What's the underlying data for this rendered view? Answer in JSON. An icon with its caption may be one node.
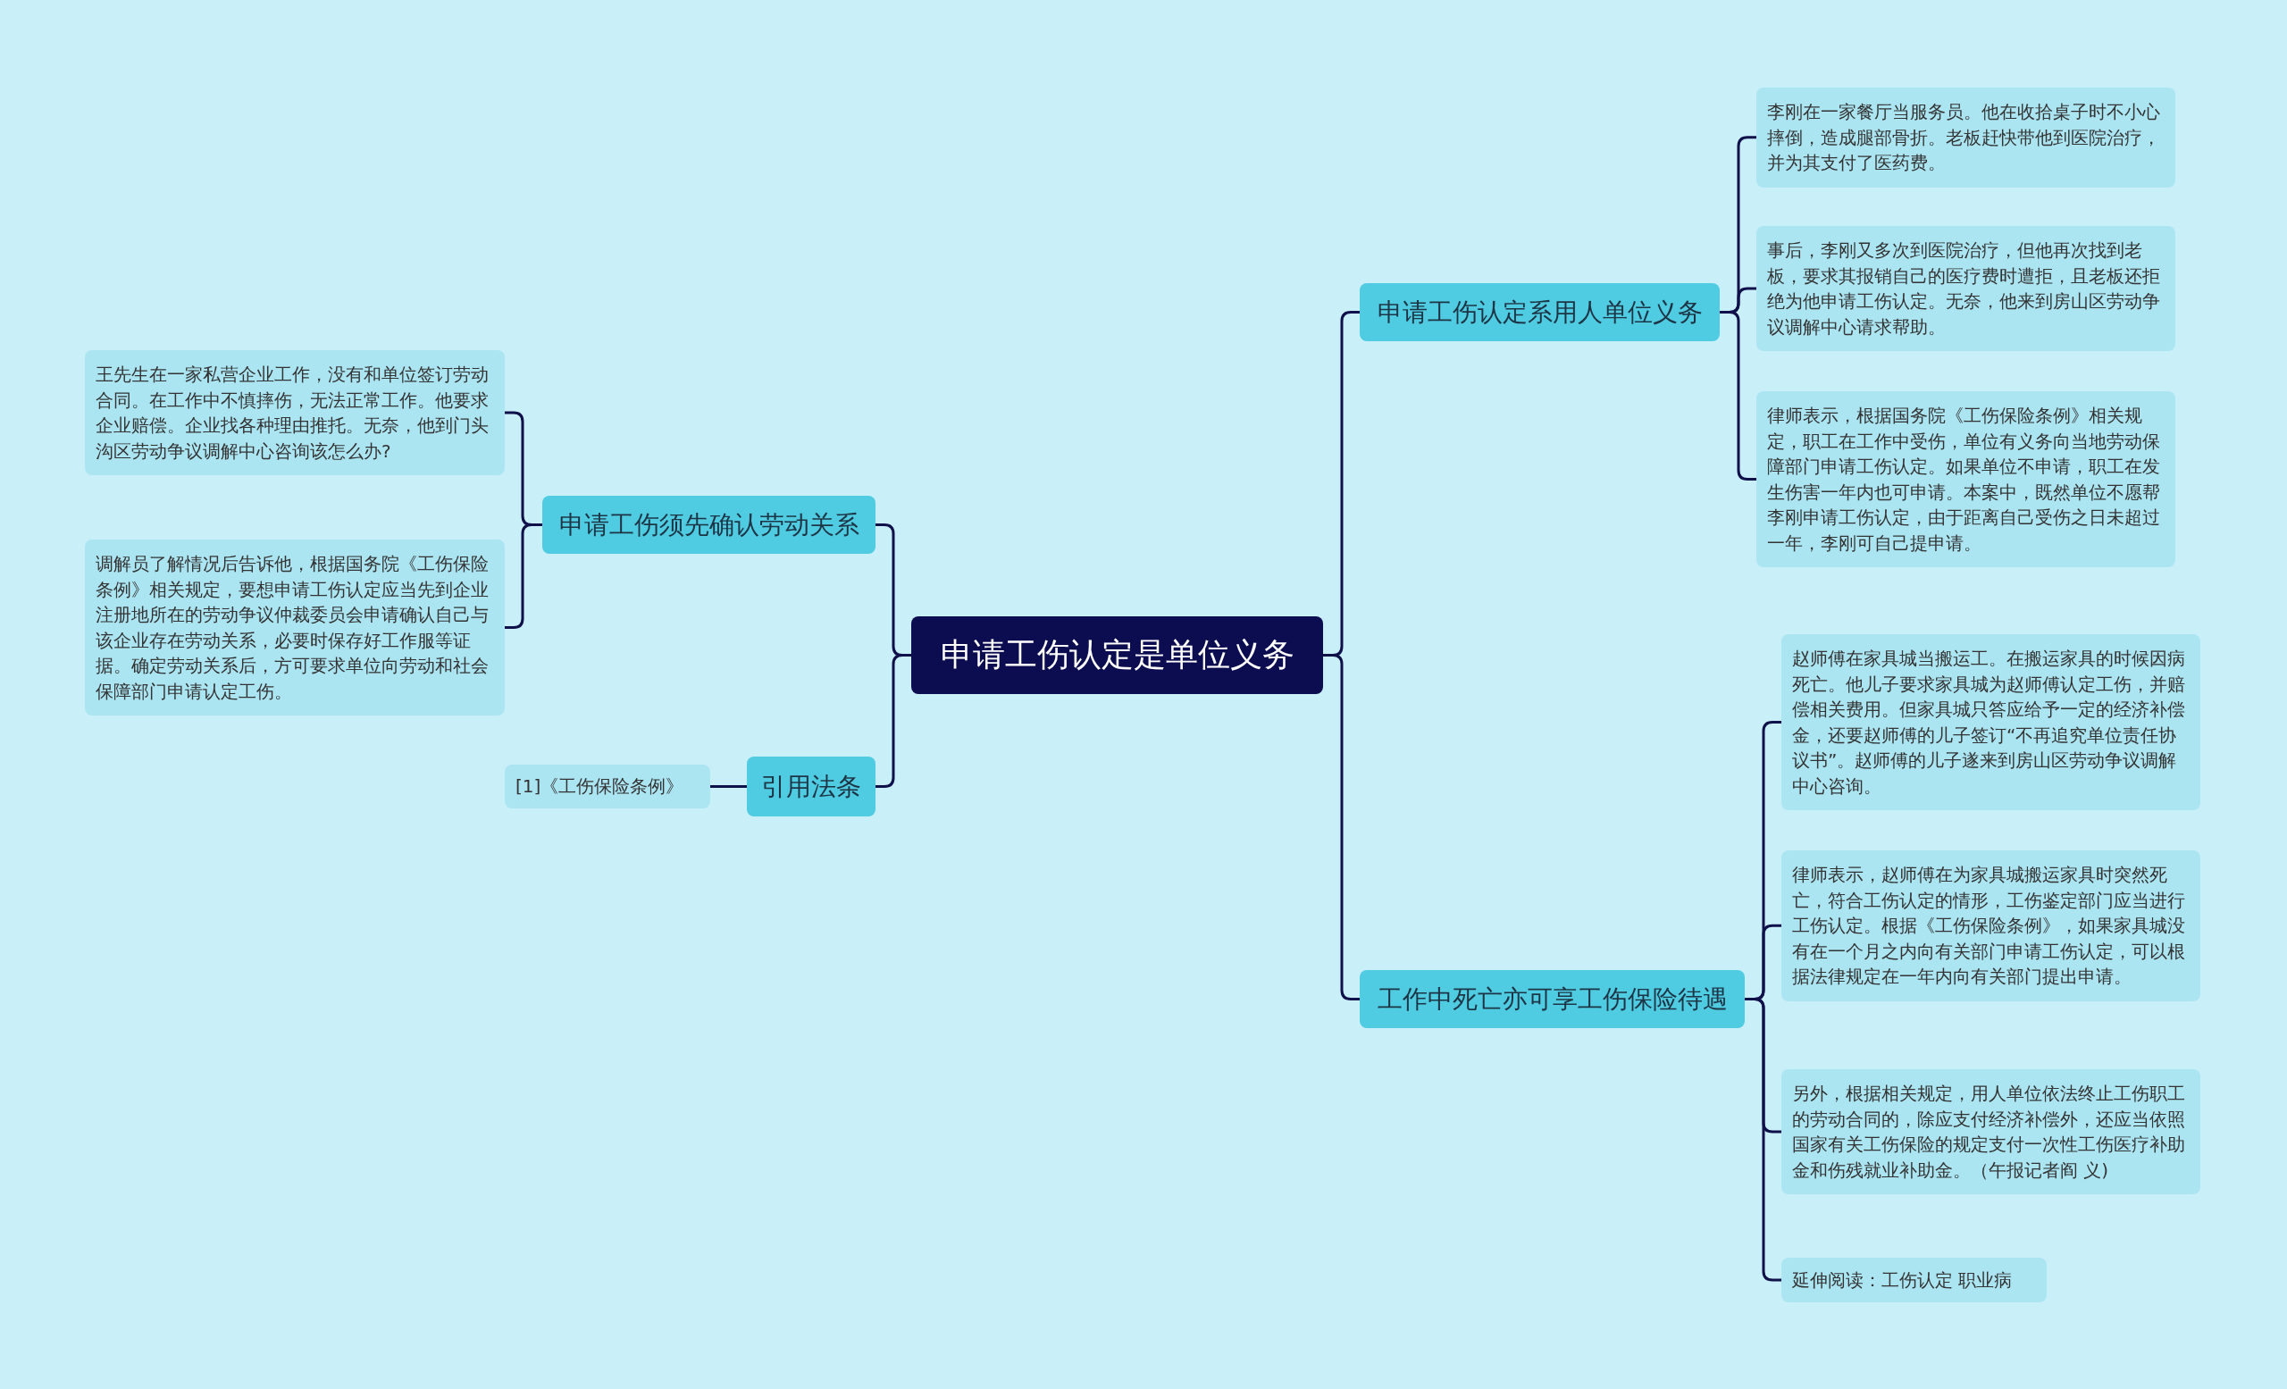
{
  "diagram": {
    "nodes": [
      {
        "text": [
          "申请工伤认定是单位义务"
        ]
      },
      {
        "text": [
          "申请工伤须先确认劳动关系"
        ]
      },
      {
        "text": [
          "王先生在一家私营企业工作，没有和单位签订劳动合同。在工作中不慎摔伤，无法正常工作。他要求企业赔偿。企业找各种理由推托。无奈，他到门头沟区劳动争议调解中心咨询该怎么办?"
        ]
      },
      {
        "text": [
          "调解员了解情况后告诉他，根据国务院《工伤保险条例》相关规定，要想申请工伤认定应当先到企业注册地所在的劳动争议仲裁委员会申请确认自己与该企业存在劳动关系，必要时保存好工作服等证据。确定劳动关系后，方可要求单位向劳动和社会保障部门申请认定工伤。"
        ]
      },
      {
        "text": [
          "引用法条"
        ]
      },
      {
        "text": [
          "[1]《工伤保险条例》"
        ]
      },
      {
        "text": [
          "申请工伤认定系用人单位义务"
        ]
      },
      {
        "text": [
          "李刚在一家餐厅当服务员。他在收拾桌子时不小心摔倒，造成腿部骨折。老板赶快带他到医院治疗，并为其支付了医药费。"
        ]
      },
      {
        "text": [
          "事后，李刚又多次到医院治疗，但他再次找到老板，要求其报销自己的医疗费时遭拒，且老板还拒绝为他申请工伤认定。无奈，他来到房山区劳动争议调解中心请求帮助。"
        ]
      },
      {
        "text": [
          "律师表示，根据国务院《工伤保险条例》相关规定，职工在工作中受伤，单位有义务向当地劳动保障部门申请工伤认定。如果单位不申请，职工在发生伤害一年内也可申请。本案中，既然单位不愿帮李刚申请工伤认定，由于距离自己受伤之日未超过一年，李刚可自己提申请。"
        ]
      },
      {
        "text": [
          "工作中死亡亦可享工伤保险待遇"
        ]
      },
      {
        "text": [
          "赵师傅在家具城当搬运工。在搬运家具的时候因病死亡。他儿子要求家具城为赵师傅认定工伤，并赔偿相关费用。但家具城只答应给予一定的经济补偿金，还要赵师傅的儿子签订“不再追究单位责任协议书”。赵师傅的儿子遂来到房山区劳动争议调解中心咨询。"
        ]
      },
      {
        "text": [
          "律师表示，赵师傅在为家具城搬运家具时突然死亡，符合工伤认定的情形，工伤鉴定部门应当进行工伤认定。根据《工伤保险条例》，如果家具城没有在一个月之内向有关部门申请工伤认定，可以根据法律规定在一年内向有关部门提出申请。"
        ]
      },
      {
        "text": [
          "另外，根据相关规定，用人单位依法终止工伤职工的劳动合同的，除应支付经济补偿外，还应当依照国家有关工伤保险的规定支付一次性工伤医疗补助金和伤残就业补助金。（午报记者阎 义)"
        ]
      },
      {
        "text": [
          "延伸阅读：工伤认定 职业病"
        ]
      }
    ],
    "edges": [
      {
        "from": 0,
        "to": 1,
        "arrow": "none"
      },
      {
        "from": 1,
        "to": 2,
        "arrow": "none"
      },
      {
        "from": 1,
        "to": 3,
        "arrow": "none"
      },
      {
        "from": 0,
        "to": 4,
        "arrow": "none"
      },
      {
        "from": 4,
        "to": 5,
        "arrow": "none"
      },
      {
        "from": 0,
        "to": 6,
        "arrow": "none"
      },
      {
        "from": 6,
        "to": 7,
        "arrow": "none"
      },
      {
        "from": 6,
        "to": 8,
        "arrow": "none"
      },
      {
        "from": 6,
        "to": 9,
        "arrow": "none"
      },
      {
        "from": 0,
        "to": 10,
        "arrow": "none"
      },
      {
        "from": 10,
        "to": 11,
        "arrow": "none"
      },
      {
        "from": 10,
        "to": 12,
        "arrow": "none"
      },
      {
        "from": 10,
        "to": 13,
        "arrow": "none"
      },
      {
        "from": 10,
        "to": 14,
        "arrow": "none"
      }
    ]
  }
}
